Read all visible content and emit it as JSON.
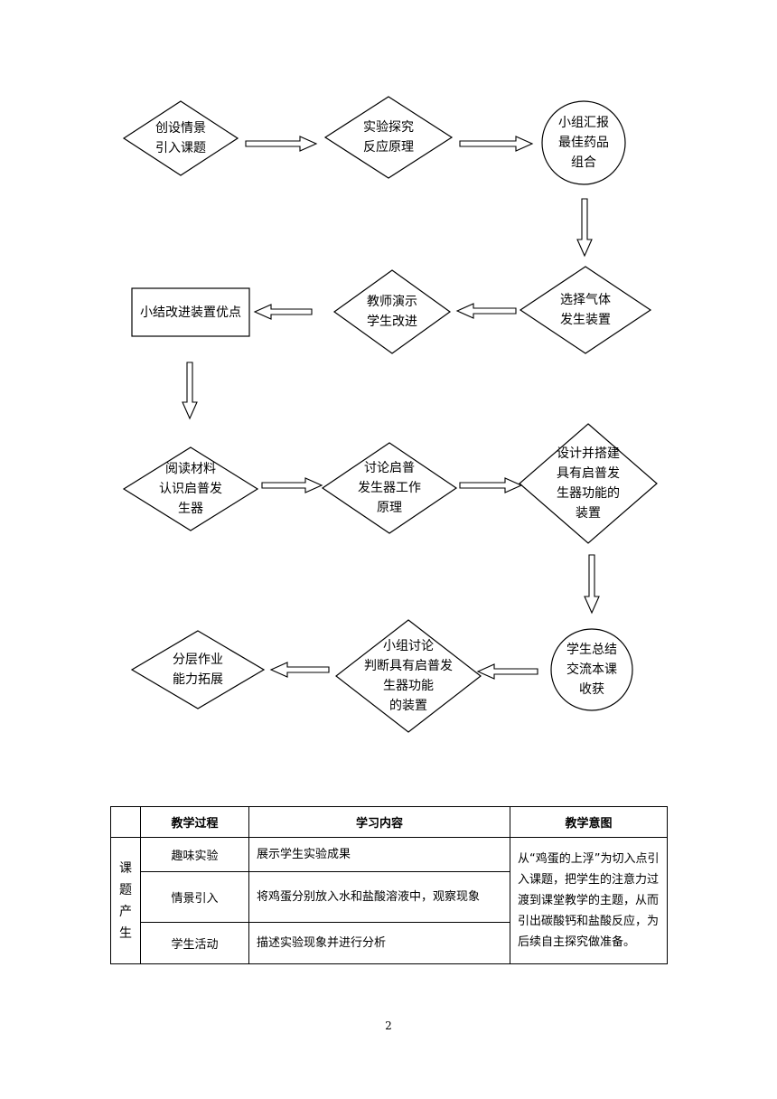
{
  "flowchart": {
    "nodes": [
      {
        "id": "n1",
        "shape": "diamond",
        "lines": [
          "创设情景",
          "引入课题"
        ]
      },
      {
        "id": "n2",
        "shape": "diamond",
        "lines": [
          "实验探究",
          "反应原理"
        ]
      },
      {
        "id": "n3",
        "shape": "circle",
        "lines": [
          "小组汇报",
          "最佳药品",
          "组合"
        ]
      },
      {
        "id": "n4",
        "shape": "diamond",
        "lines": [
          "选择气体",
          "发生装置"
        ]
      },
      {
        "id": "n5",
        "shape": "diamond",
        "lines": [
          "教师演示",
          "学生改进"
        ]
      },
      {
        "id": "n6",
        "shape": "rect",
        "lines": [
          "小结改进装置优点"
        ]
      },
      {
        "id": "n7",
        "shape": "diamond",
        "lines": [
          "阅读材料",
          "认识启普发",
          "生器"
        ]
      },
      {
        "id": "n8",
        "shape": "diamond",
        "lines": [
          "讨论启普",
          "发生器工作",
          "原理"
        ]
      },
      {
        "id": "n9",
        "shape": "diamond",
        "lines": [
          "设计并搭建",
          "具有启普发",
          "生器功能的",
          "装置"
        ]
      },
      {
        "id": "n10",
        "shape": "circle",
        "lines": [
          "学生总结",
          "交流本课",
          "收获"
        ]
      },
      {
        "id": "n11",
        "shape": "diamond",
        "lines": [
          "小组讨论",
          "判断具有启普发",
          "生器功能",
          "的装置"
        ]
      },
      {
        "id": "n12",
        "shape": "diamond",
        "lines": [
          "分层作业",
          "能力拓展"
        ]
      }
    ],
    "edges": [
      {
        "from": "n1",
        "to": "n2"
      },
      {
        "from": "n2",
        "to": "n3"
      },
      {
        "from": "n3",
        "to": "n4"
      },
      {
        "from": "n4",
        "to": "n5"
      },
      {
        "from": "n5",
        "to": "n6"
      },
      {
        "from": "n6",
        "to": "n7"
      },
      {
        "from": "n7",
        "to": "n8"
      },
      {
        "from": "n8",
        "to": "n9"
      },
      {
        "from": "n9",
        "to": "n10"
      },
      {
        "from": "n10",
        "to": "n11"
      },
      {
        "from": "n11",
        "to": "n12"
      }
    ]
  },
  "table": {
    "headers": {
      "process": "教学过程",
      "content": "学习内容",
      "intent": "教学意图"
    },
    "stage": {
      "label_chars": [
        "课",
        "题",
        "产",
        "生"
      ]
    },
    "rows": [
      {
        "process": "趣味实验",
        "content": "展示学生实验成果"
      },
      {
        "process": "情景引入",
        "content": "将鸡蛋分别放入水和盐酸溶液中，观察现象"
      },
      {
        "process": "学生活动",
        "content": "描述实验现象并进行分析"
      }
    ],
    "intent": "从“鸡蛋的上浮”为切入点引入课题，把学生的注意力过渡到课堂教学的主题，从而引出碳酸钙和盐酸反应，为后续自主探究做准备。"
  },
  "page_number": "2"
}
